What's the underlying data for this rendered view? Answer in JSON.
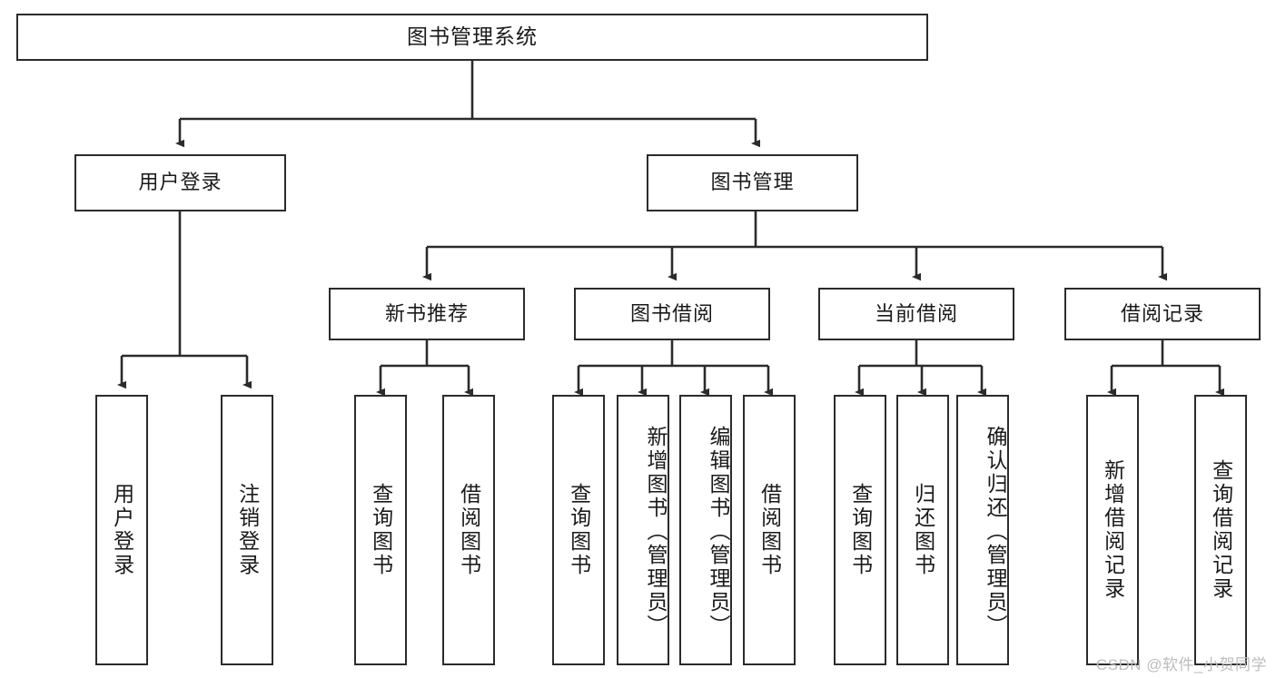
{
  "diagram": {
    "title": "图书管理系统",
    "type": "tree",
    "stroke_color": "#2b2b2b",
    "fill_color": "#ffffff",
    "text_color": "#1a1a1a",
    "root": {
      "label": "图书管理系统"
    },
    "level2": [
      {
        "label": "用户登录"
      },
      {
        "label": "图书管理"
      }
    ],
    "level3": [
      {
        "label": "新书推荐"
      },
      {
        "label": "图书借阅"
      },
      {
        "label": "当前借阅"
      },
      {
        "label": "借阅记录"
      }
    ],
    "leaves": {
      "user_login": [
        {
          "label": "用户登录"
        },
        {
          "label": "注销登录"
        }
      ],
      "new_book": [
        {
          "label": "查询图书"
        },
        {
          "label": "借阅图书"
        }
      ],
      "borrow_book": [
        {
          "label": "查询图书"
        },
        {
          "label": "新增图书（管理员）"
        },
        {
          "label": "编辑图书（管理员）"
        },
        {
          "label": "借阅图书"
        }
      ],
      "current_borrow": [
        {
          "label": "查询图书"
        },
        {
          "label": "归还图书"
        },
        {
          "label": "确认归还（管理员）"
        }
      ],
      "borrow_record": [
        {
          "label": "新增借阅记录"
        },
        {
          "label": "查询借阅记录"
        }
      ]
    }
  },
  "watermark": {
    "text": "CSDN @软件_小贺同学"
  }
}
